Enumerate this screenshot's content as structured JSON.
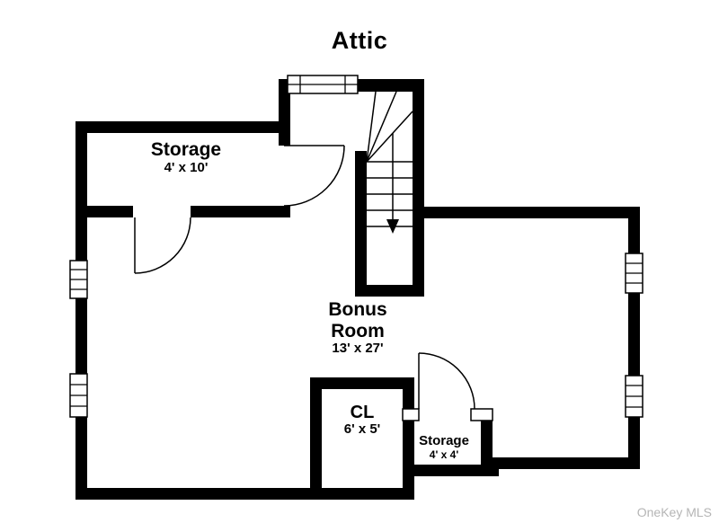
{
  "page": {
    "title": "Attic",
    "watermark": "OneKey MLS"
  },
  "rooms": {
    "storage_top": {
      "name": "Storage",
      "dims": "4' x 10'"
    },
    "bonus_room": {
      "line1": "Bonus",
      "line2": "Room",
      "dims": "13' x 27'"
    },
    "closet": {
      "name": "CL",
      "dims": "6' x 5'"
    },
    "storage_bottom": {
      "name": "Storage",
      "dims": "4' x 4'"
    }
  },
  "colors": {
    "wall": "#000000",
    "line": "#000000",
    "background": "#ffffff",
    "watermark": "#b5b5b5"
  }
}
